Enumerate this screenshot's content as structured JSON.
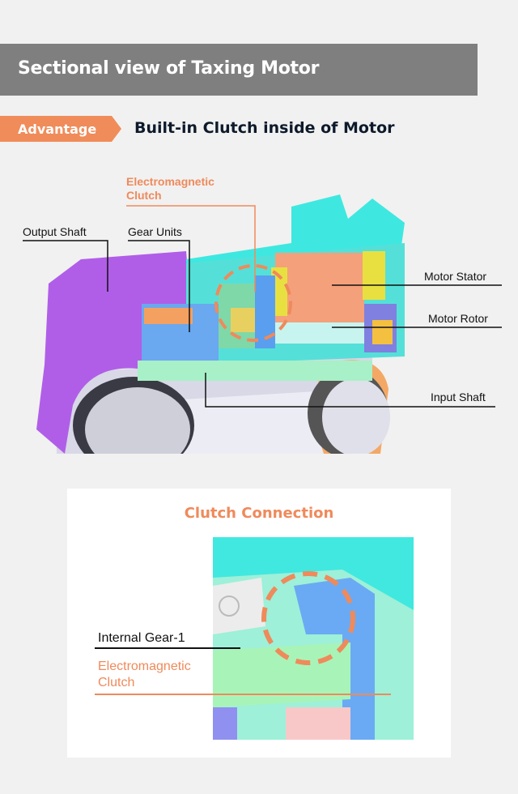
{
  "header": {
    "title": "Sectional view of Taxing Motor"
  },
  "advantage": {
    "tag": "Advantage",
    "text": "Built-in Clutch inside of Motor"
  },
  "diagram": {
    "labels": {
      "clutch_line1": "Electromagnetic",
      "clutch_line2": "Clutch",
      "output_shaft": "Output Shaft",
      "gear_units": "Gear Units",
      "motor_stator": "Motor Stator",
      "motor_rotor": "Motor Rotor",
      "input_shaft": "Input Shaft"
    },
    "colors": {
      "accent": "#ef8a5b",
      "housing": "#b05ee8",
      "flange": "#f4a865",
      "cyan": "#3ee8e0"
    }
  },
  "detail": {
    "title": "Clutch Connection",
    "internal_gear": "Internal Gear-1",
    "clutch_line1": "Electromagnetic",
    "clutch_line2": "Clutch"
  }
}
